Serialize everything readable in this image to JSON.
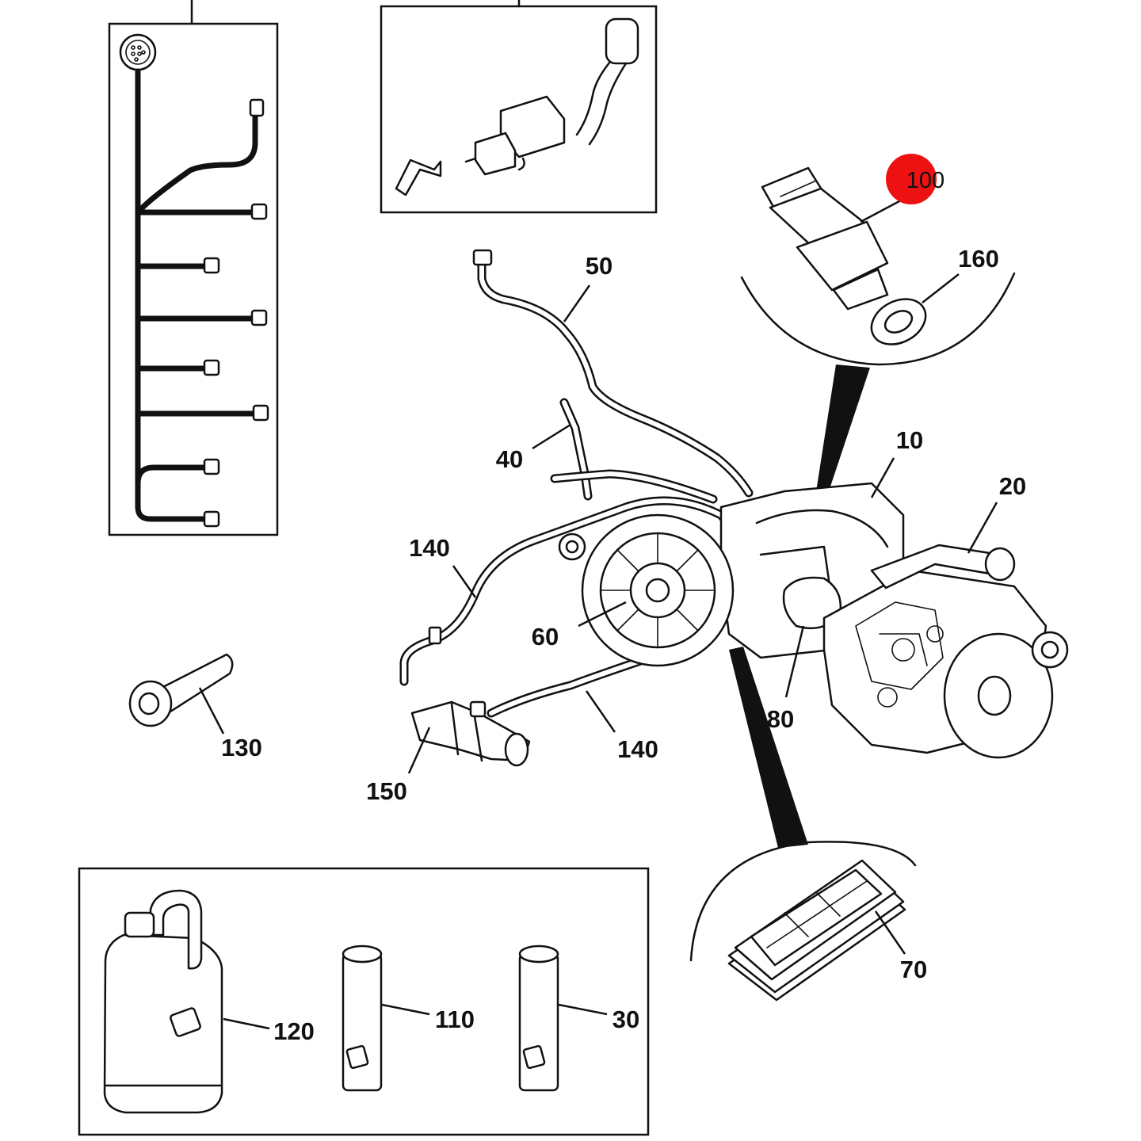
{
  "highlight": {
    "label": "100",
    "color": "#ee1111"
  },
  "callouts": {
    "c10": "10",
    "c20": "20",
    "c30": "30",
    "c40": "40",
    "c50": "50",
    "c60": "60",
    "c70": "70",
    "c80": "80",
    "c110": "110",
    "c120": "120",
    "c130": "130",
    "c140a": "140",
    "c140b": "140",
    "c150": "150",
    "c160": "160"
  },
  "icons": [
    "connector-icon",
    "wiring-harness-icon",
    "pressure-switch-icon",
    "bolt-icon",
    "oil-container-icon",
    "sealant-tube-icon",
    "grommet-icon",
    "transmission-icon"
  ]
}
